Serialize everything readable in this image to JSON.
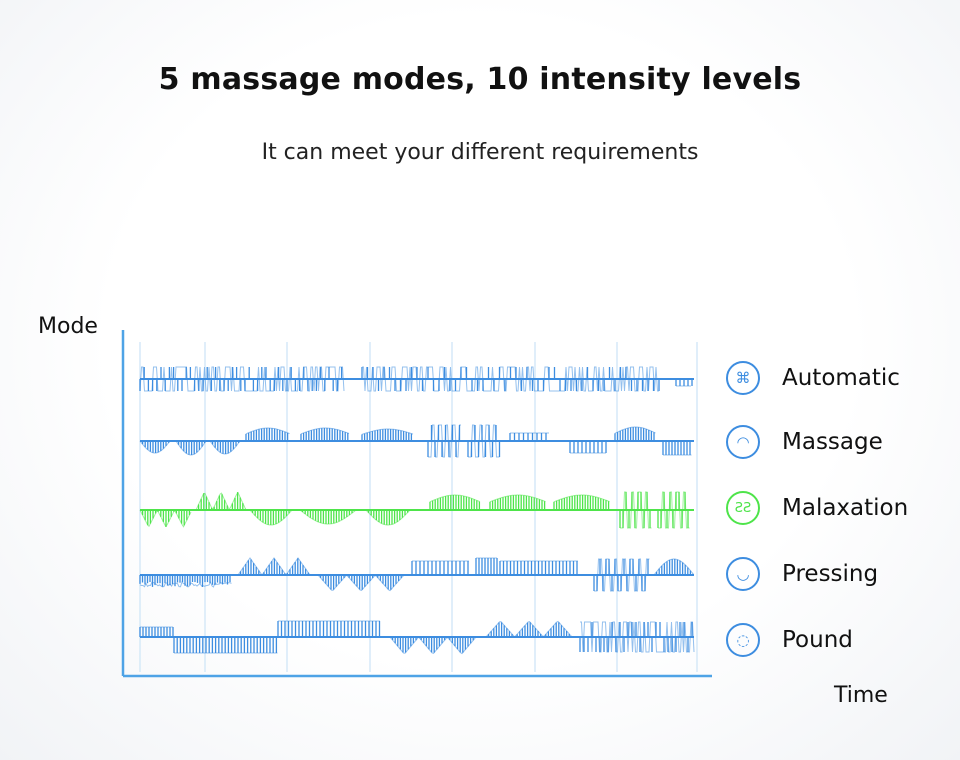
{
  "header": {
    "title": "5 massage modes, 10 intensity levels",
    "subtitle": "It can meet your different requirements"
  },
  "axes": {
    "ylabel": "Mode",
    "xlabel": "Time"
  },
  "colors": {
    "axis": "#4ea3e6",
    "grid": "#d6e9f8",
    "blue_wave": "#3d8de0",
    "green_wave": "#4ee44a"
  },
  "modes": [
    {
      "label": "Automatic",
      "icon": "command-icon",
      "glyph": "⌘",
      "color": "#3d8de0"
    },
    {
      "label": "Massage",
      "icon": "massage-hand-icon",
      "glyph": "◠",
      "color": "#3d8de0"
    },
    {
      "label": "Malaxation",
      "icon": "kneading-icon",
      "glyph": "ƧƧ",
      "color": "#4ee44a"
    },
    {
      "label": "Pressing",
      "icon": "press-hand-icon",
      "glyph": "◡",
      "color": "#3d8de0"
    },
    {
      "label": "Pound",
      "icon": "pound-fist-icon",
      "glyph": "◌",
      "color": "#3d8de0"
    }
  ]
}
